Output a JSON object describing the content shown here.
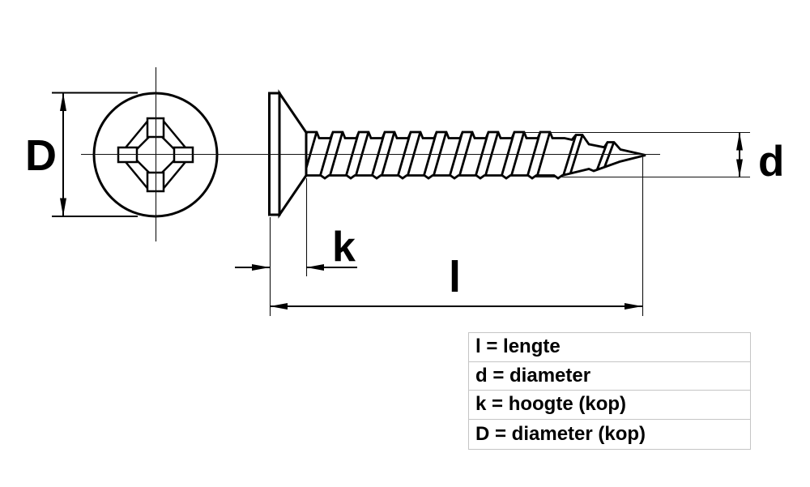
{
  "dimensions": {
    "head_diameter_label": "D",
    "shank_diameter_label": "d",
    "head_height_label": "k",
    "length_label": "l"
  },
  "legend": {
    "rows": [
      "l = lengte",
      "d = diameter",
      "k = hoogte (kop)",
      "D = diameter (kop)"
    ]
  },
  "colors": {
    "line": "#000000",
    "table_border": "#c5c5c5",
    "background": "#ffffff"
  }
}
